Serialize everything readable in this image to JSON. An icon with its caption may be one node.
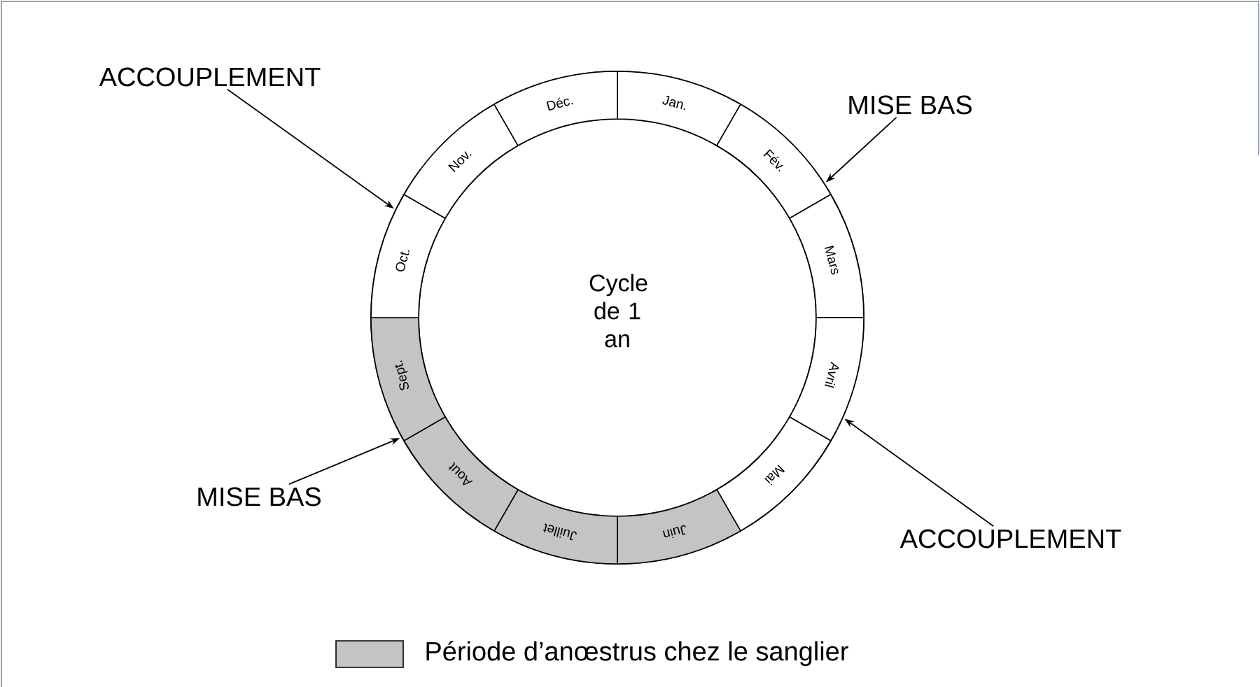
{
  "diagram": {
    "nodes": [
      {
        "text": [
          "ACCOUPLEMENT"
        ]
      },
      {
        "text": [
          "MISE BAS"
        ]
      },
      {
        "text": [
          "MISE BAS"
        ]
      },
      {
        "text": [
          "ACCOUPLEMENT"
        ]
      },
      {
        "text": [
          "Jan."
        ]
      },
      {
        "text": [
          "Fév."
        ]
      },
      {
        "text": [
          "Mars"
        ]
      },
      {
        "text": [
          "Avril"
        ]
      },
      {
        "text": [
          "Mai"
        ]
      },
      {
        "text": [
          "Juin"
        ]
      },
      {
        "text": [
          "Juillet"
        ]
      },
      {
        "text": [
          "Aout"
        ]
      },
      {
        "text": [
          "Sept."
        ]
      },
      {
        "text": [
          "Oct."
        ]
      },
      {
        "text": [
          "Nov."
        ]
      },
      {
        "text": [
          "Déc."
        ]
      }
    ],
    "edges": [
      {
        "from": 0,
        "to": 13,
        "arrow": "to"
      },
      {
        "from": 1,
        "to": 5,
        "arrow": "to"
      },
      {
        "from": 2,
        "to": 11,
        "arrow": "to"
      },
      {
        "from": 3,
        "to": 7,
        "arrow": "to"
      }
    ],
    "labels": [
      "Cycle de 1 an"
    ],
    "legend": [
      {
        "text": "Période d’anœstrus chez le sanglier",
        "color": "#c4c4c4"
      }
    ]
  }
}
